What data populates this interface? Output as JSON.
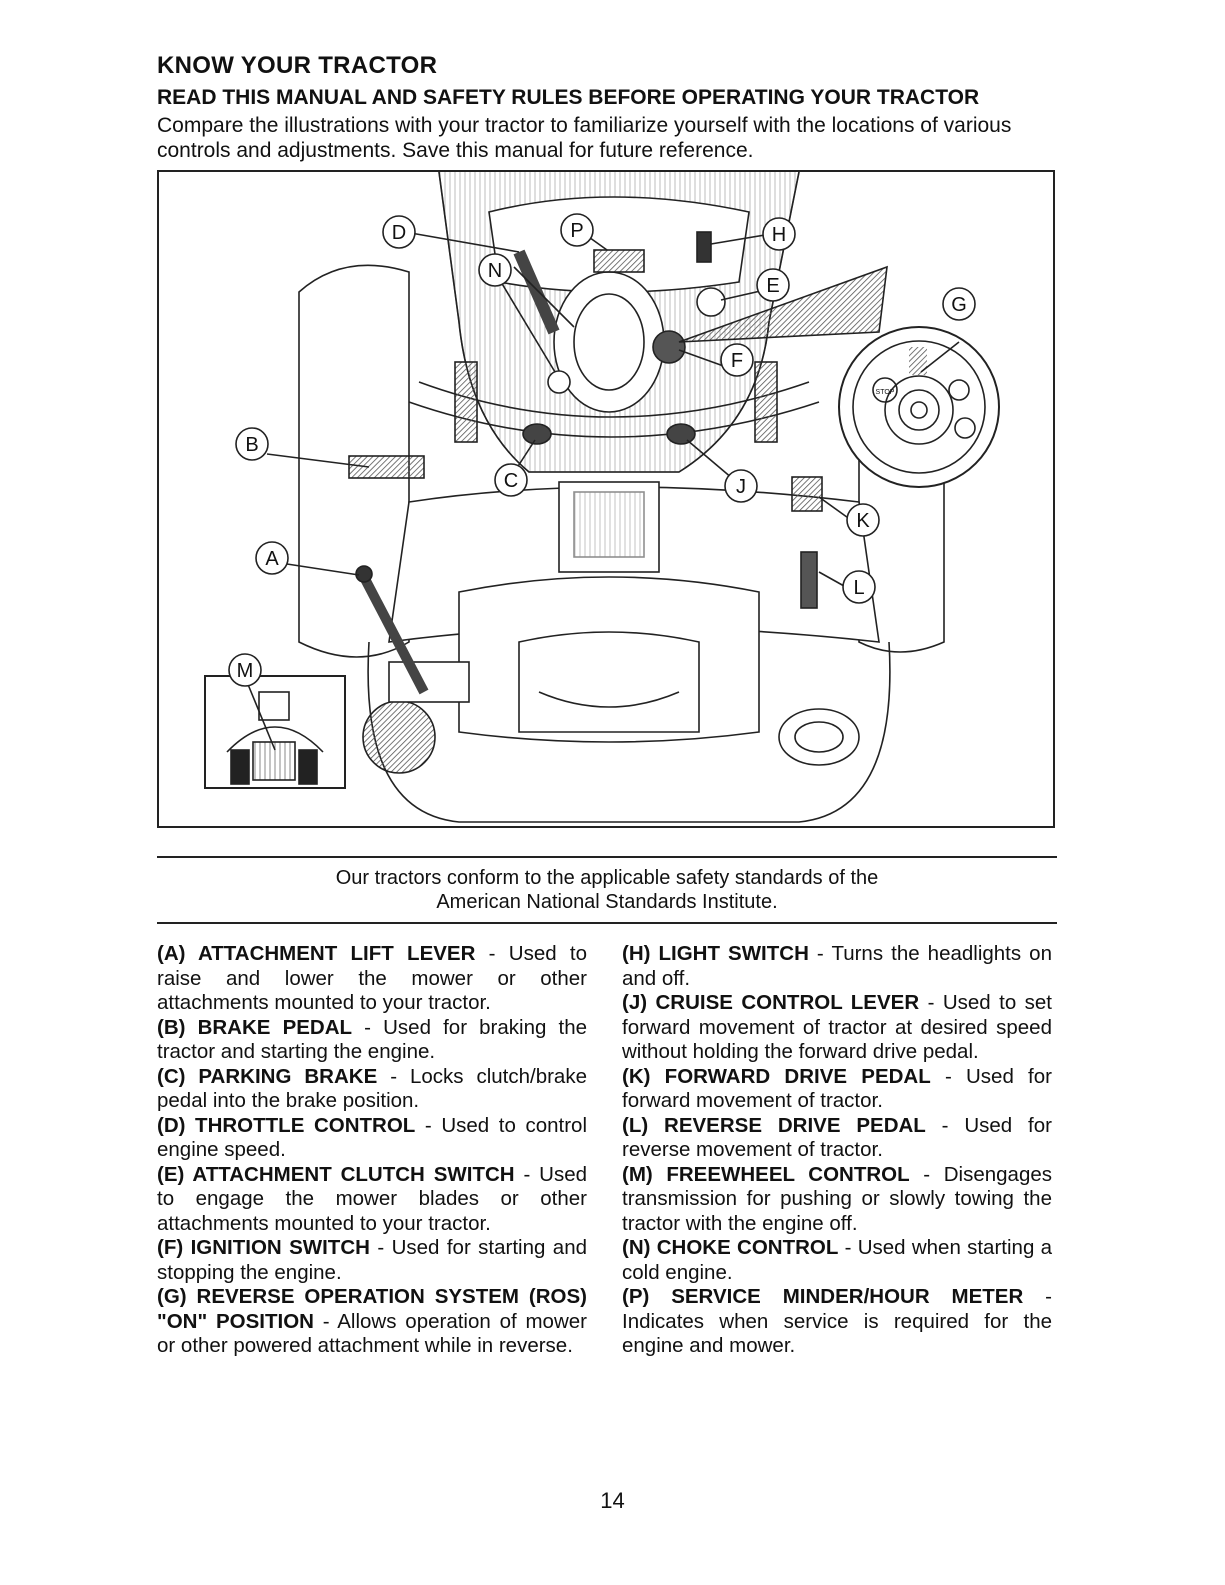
{
  "header": {
    "title": "KNOW YOUR TRACTOR",
    "subtitle": "READ THIS MANUAL AND SAFETY RULES BEFORE OPERATING YOUR TRACTOR",
    "intro": "Compare the illustrations with your tractor to familiarize yourself with the locations of various controls and adjustments. Save this manual for future reference."
  },
  "figure": {
    "callouts": [
      "D",
      "P",
      "H",
      "E",
      "G",
      "N",
      "F",
      "B",
      "C",
      "J",
      "K",
      "A",
      "L",
      "M"
    ],
    "ignition_stop_label": "STOP"
  },
  "conformance": {
    "line1": "Our tractors conform to the applicable safety standards of the",
    "line2": "American National Standards Institute."
  },
  "left_items": [
    {
      "label": "(A) ATTACHMENT LIFT LEVER",
      "text": " - Used to raise and lower the mower or other attachments mounted to your tractor."
    },
    {
      "label": "(B) BRAKE PEDAL",
      "text": " - Used for braking the tractor and starting the engine."
    },
    {
      "label": "(C) PARKING BRAKE",
      "text": " - Locks clutch/brake pedal into the brake position."
    },
    {
      "label": "(D) THROTTLE CONTROL",
      "text": " - Used to control engine speed."
    },
    {
      "label": "(E) ATTACHMENT CLUTCH SWITCH",
      "text": " - Used to engage the mower blades or other attachments mounted to your tractor."
    },
    {
      "label": "(F) IGNITION SWITCH",
      "text": " - Used for starting and stopping the engine."
    },
    {
      "label": "(G) REVERSE OPERATION SYSTEM (ROS) \"ON\" POSITION",
      "text": " - Allows operation of mower or other powered attachment while in reverse."
    }
  ],
  "right_items": [
    {
      "label": "(H) LIGHT SWITCH",
      "text": " - Turns the headlights on and off."
    },
    {
      "label": "(J) CRUISE CONTROL LEVER",
      "text": " - Used to set forward movement of tractor at desired speed without holding the forward drive pedal."
    },
    {
      "label": "(K) FORWARD DRIVE PEDAL",
      "text": " - Used for forward movement of tractor."
    },
    {
      "label": "(L) REVERSE DRIVE PEDAL",
      "text": " - Used for reverse movement of tractor."
    },
    {
      "label": "(M) FREEWHEEL CONTROL",
      "text": " - Disengages transmission for pushing or slowly towing the tractor with the engine off."
    },
    {
      "label": "(N) CHOKE CONTROL",
      "text": " - Used when starting a cold engine."
    },
    {
      "label": "(P) SERVICE MINDER/HOUR METER",
      "text": " - Indicates when service is required for the engine and mower."
    }
  ],
  "page_number": "14"
}
